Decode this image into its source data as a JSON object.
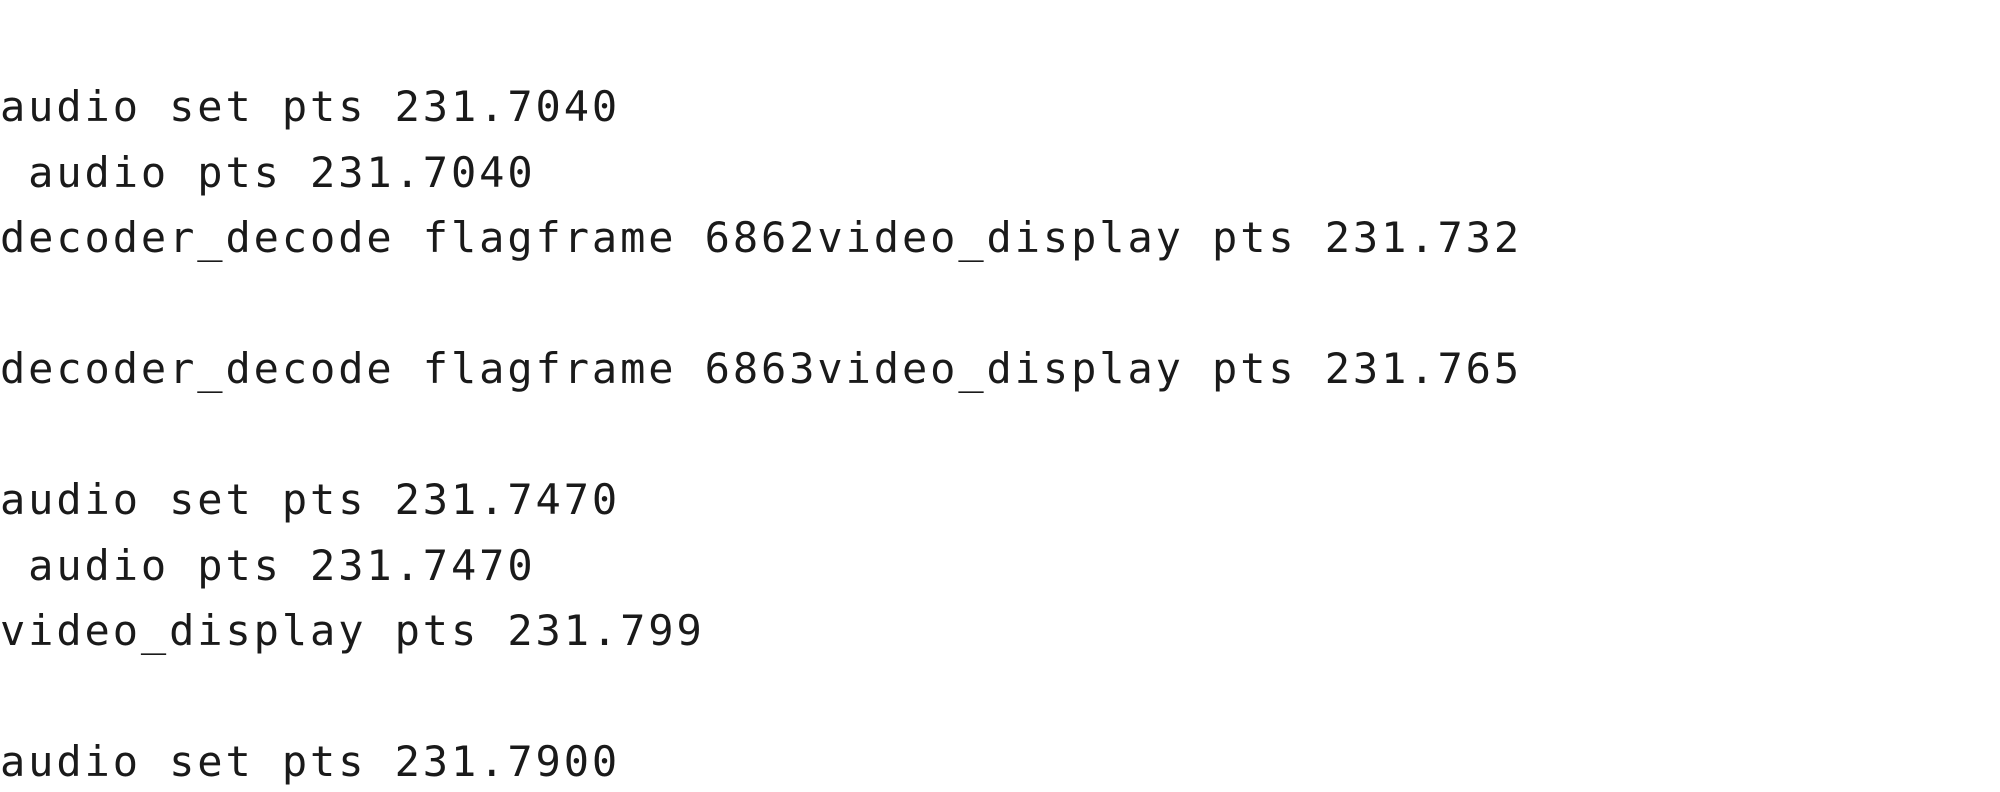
{
  "log": {
    "lines": [
      "audio set pts 231.7040",
      " audio pts 231.7040",
      "decoder_decode flagframe 6862video_display pts 231.732",
      "",
      "decoder_decode flagframe 6863video_display pts 231.765",
      "",
      "audio set pts 231.7470",
      " audio pts 231.7470",
      "video_display pts 231.799",
      "",
      "audio set pts 231.7900"
    ]
  }
}
